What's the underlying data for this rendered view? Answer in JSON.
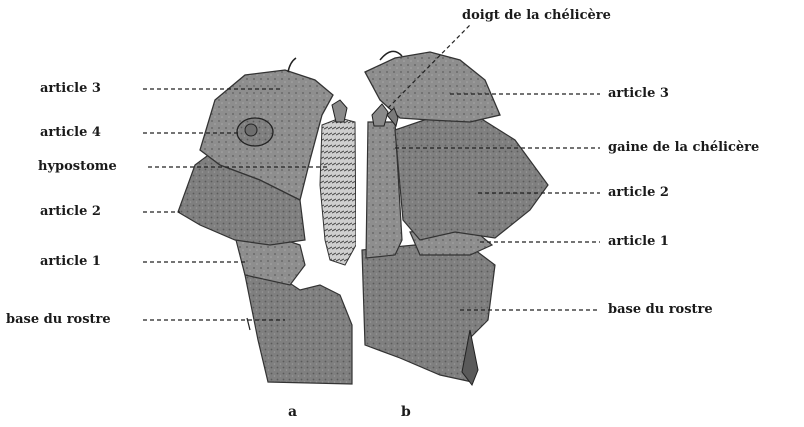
{
  "labels_left": [
    "article 3",
    "article 4",
    "hypostome",
    "article 2",
    "article 1",
    "base du rostre"
  ],
  "labels_right": [
    "article 3",
    "gaine de la chélicère",
    "article 2",
    "article 1",
    "base du rostre"
  ],
  "label_top": "doigt de la chélicère",
  "panel_letters": [
    "a",
    "b"
  ]
}
